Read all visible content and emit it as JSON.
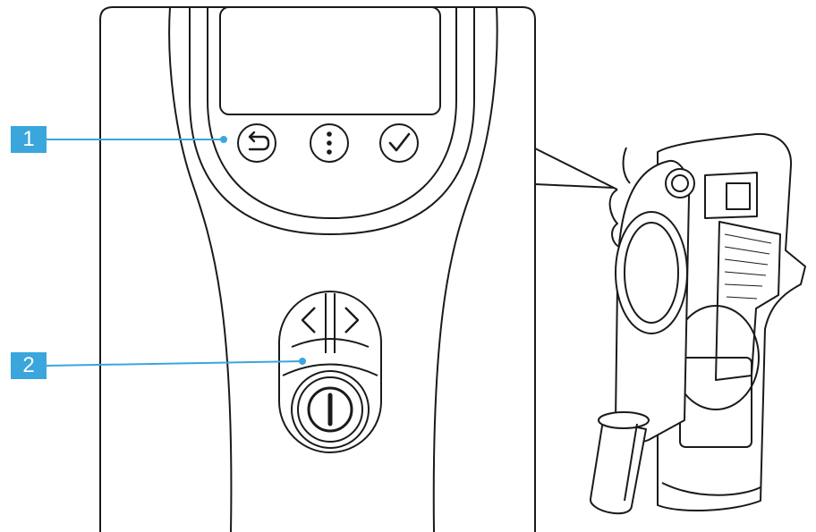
{
  "callouts": [
    {
      "label": "1",
      "target": "display-buttons"
    },
    {
      "label": "2",
      "target": "power-and-mode-controls"
    }
  ],
  "colors": {
    "callout_fill": "#3aa6dc",
    "leader_line": "#3aa6dc",
    "outline": "#1a1a1a",
    "background": "#ffffff"
  },
  "icons": [
    "back-arrow-icon",
    "menu-dots-icon",
    "checkmark-icon",
    "chevron-left-icon",
    "chevron-right-icon",
    "power-icon"
  ]
}
